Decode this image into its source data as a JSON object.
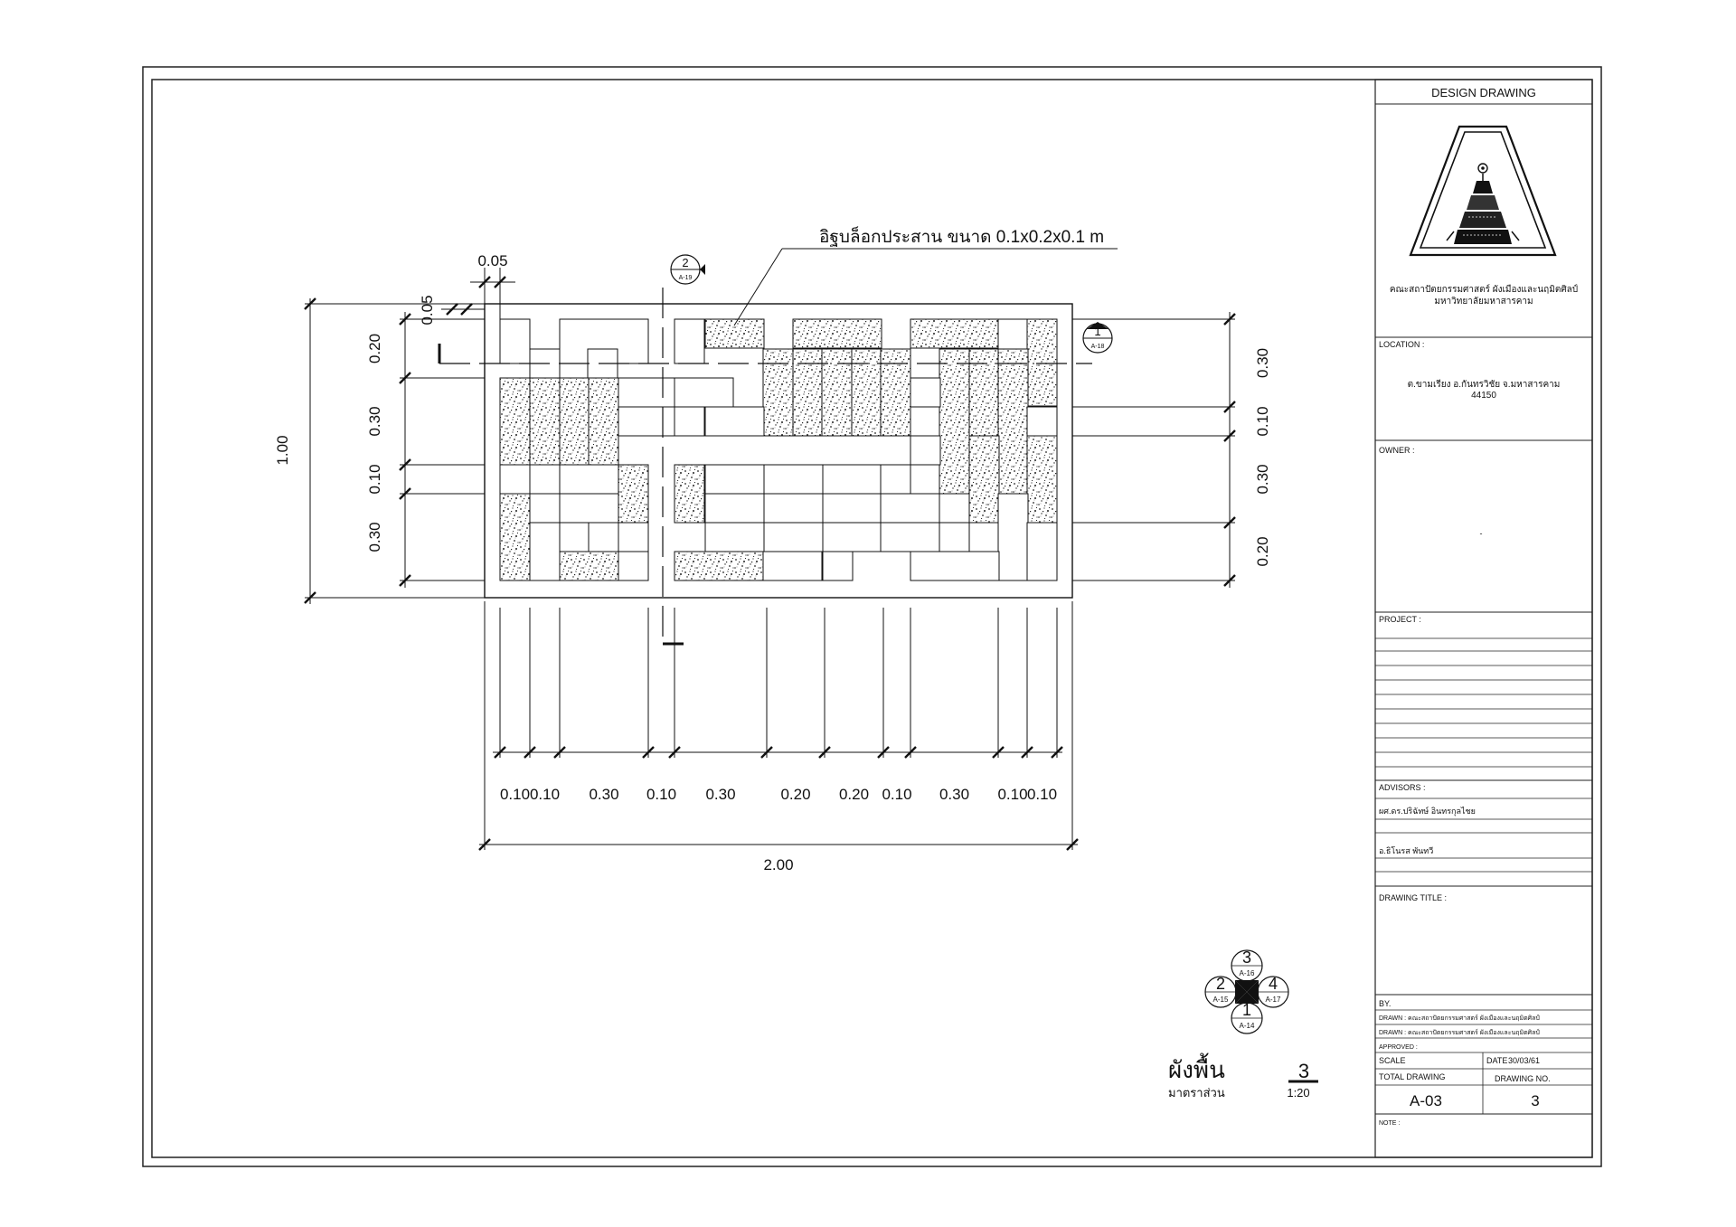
{
  "note_label": "อิฐบล็อกประสาน ขนาด 0.1x0.2x0.1 m",
  "dims_top": [
    "0.05",
    "0.05"
  ],
  "dims_left": [
    "0.20",
    "0.30",
    "0.10",
    "0.30"
  ],
  "dim_overall_height": "1.00",
  "dims_right": [
    "0.30",
    "0.10",
    "0.30",
    "0.20"
  ],
  "dims_bottom": [
    "0.10",
    "0.10",
    "0.30",
    "0.10",
    "0.30",
    "0.20",
    "0.20",
    "0.10",
    "0.30",
    "0.10",
    "0.10"
  ],
  "dim_overall_width": "2.00",
  "section_markers": {
    "marker_2": {
      "num": "2",
      "ref": "A-19"
    },
    "marker_1": {
      "num": "1",
      "ref": "A-18"
    }
  },
  "elevation_key": {
    "top": {
      "num": "3",
      "ref": "A-16"
    },
    "left": {
      "num": "2",
      "ref": "A-15"
    },
    "right": {
      "num": "4",
      "ref": "A-17"
    },
    "bottom": {
      "num": "1",
      "ref": "A-14"
    }
  },
  "plan_title": {
    "name": "ผังพื้น",
    "number": "3",
    "scale_label": "มาตราส่วน",
    "scale": "1:20"
  },
  "title_block": {
    "header": "DESIGN  DRAWING",
    "faculty_line1": "คณะสถาปัตยกรรมศาสตร์ ผังเมืองและนฤมิตศิลป์",
    "faculty_line2": "มหาวิทยาลัยมหาสารคาม",
    "location_label": "LOCATION :",
    "location_line1": "ต.ขามเรียง อ.กันทรวิชัย จ.มหาสารคาม",
    "location_line2": "44150",
    "owner_label": "OWNER :",
    "owner_value": "-",
    "project_label": "PROJECT :",
    "advisors_label": "ADVISORS :",
    "advisor_1": "ผศ.ดร.ปริฉัทษ์ อินทรกุลไชย",
    "advisor_2": "อ.ธิโนรส พันทวี",
    "drawing_title_label": "DRAWING TITLE :",
    "by_label": "BY.",
    "drawn_1": "DRAWN : คณะสถาปัตยกรรมศาสตร์ ผังเมืองและนฤมิตศิลป์",
    "drawn_2": "DRAWN : คณะสถาปัตยกรรมศาสตร์ ผังเมืองและนฤมิตศิลป์",
    "approved_label": "APPROVED :",
    "scale_label": "SCALE",
    "date_label": "DATE",
    "date_value": "30/03/61",
    "total_drawing_label": "TOTAL  DRAWING",
    "drawing_no_label": "DRAWING NO.",
    "total_drawing_value": "A-03",
    "drawing_no_value": "3",
    "note_label": "NOTE :"
  }
}
